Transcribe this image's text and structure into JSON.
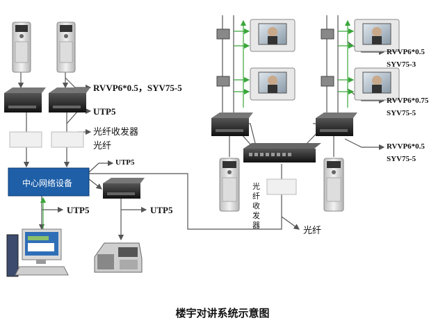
{
  "labels": {
    "cable_rvvp_syv_left": "RVVP6*0.5，SYV75-5",
    "utp5_top_left": "UTP5",
    "fiber_transceiver": "光纤收发器",
    "fiber_left": "光纤",
    "utp5_center_right": "UTP5",
    "utp5_bottom_left": "UTP5",
    "utp5_bottom_right": "UTP5",
    "fiber_vertical": "光纤收发器",
    "fiber_bottom": "光纤",
    "rvvp_right_1": "RVVP6*0.5",
    "syv_right_1": "SYV75-3",
    "rvvp_right_2": "RVVP6*0.75",
    "syv_right_2": "SYV75-5",
    "rvvp_right_3": "RVVP6*0.5",
    "syv_right_3": "SYV75-5"
  },
  "central_device": "中心网络设备",
  "caption": "楼宇对讲系统示意图",
  "colors": {
    "wire": "#555555",
    "arrow_green": "#3aa63a",
    "central_fill": "#1e5fa8",
    "device_dark": "#2b2b2b"
  },
  "icons": [
    "door-station-icon",
    "decoder-box-icon",
    "transceiver-icon",
    "monitor-icon",
    "computer-icon",
    "desk-phone-icon",
    "switch-icon"
  ]
}
